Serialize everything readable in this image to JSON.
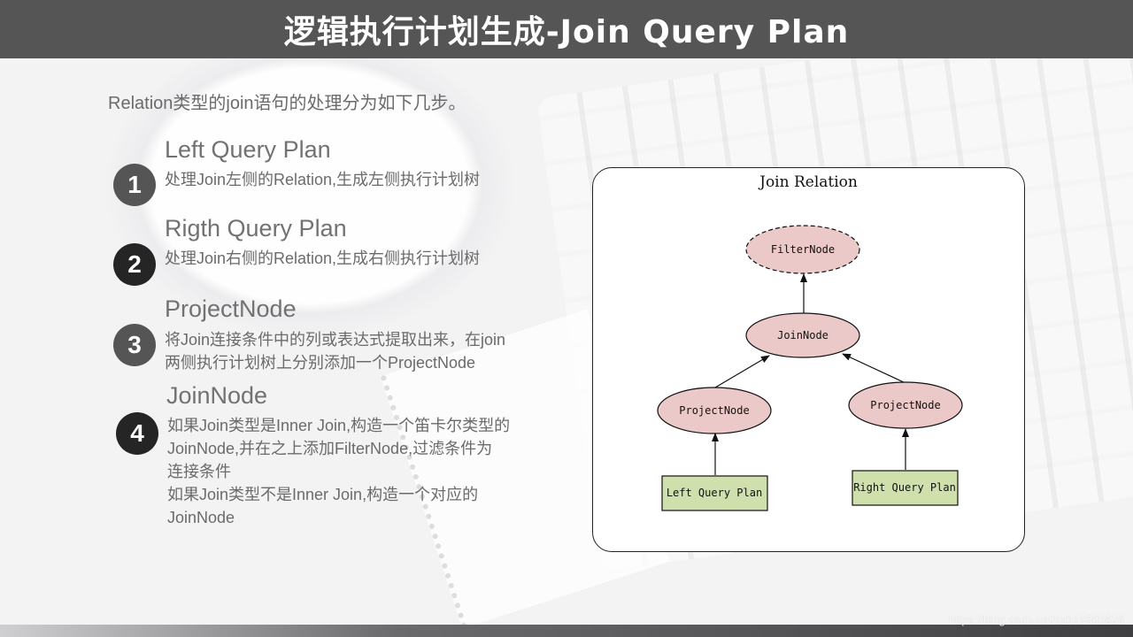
{
  "header": {
    "title": "逻辑执行计划生成-Join Query Plan"
  },
  "intro": "Relation类型的join语句的处理分为如下几步。",
  "steps": [
    {
      "number": "1",
      "heading": "Left Query Plan",
      "lines": [
        "处理Join左侧的Relation,生成左侧执行计划树"
      ]
    },
    {
      "number": "2",
      "heading": "Rigth Query Plan",
      "lines": [
        "处理Join右侧的Relation,生成右侧执行计划树"
      ]
    },
    {
      "number": "3",
      "heading": "ProjectNode",
      "lines": [
        "将Join连接条件中的列或表达式提取出来，在join",
        "两侧执行计划树上分别添加一个ProjectNode"
      ]
    },
    {
      "number": "4",
      "heading": "JoinNode",
      "lines": [
        "如果Join类型是Inner Join,构造一个笛卡尔类型的",
        "JoinNode,并在之上添加FilterNode,过滤条件为",
        "连接条件",
        "如果Join类型不是Inner  Join,构造一个对应的",
        "JoinNode"
      ]
    }
  ],
  "diagram": {
    "title": "Join Relation",
    "nodes": {
      "filter": "FilterNode",
      "join": "JoinNode",
      "project_left": "ProjectNode",
      "project_right": "ProjectNode",
      "left_plan": "Left Query Plan",
      "right_plan": "Right Query Plan"
    },
    "colors": {
      "ellipse_fill": "#ecc9c9",
      "box_fill": "#cfe0ad"
    }
  },
  "watermark": "https://blog.csdn.net/zxh19800626"
}
